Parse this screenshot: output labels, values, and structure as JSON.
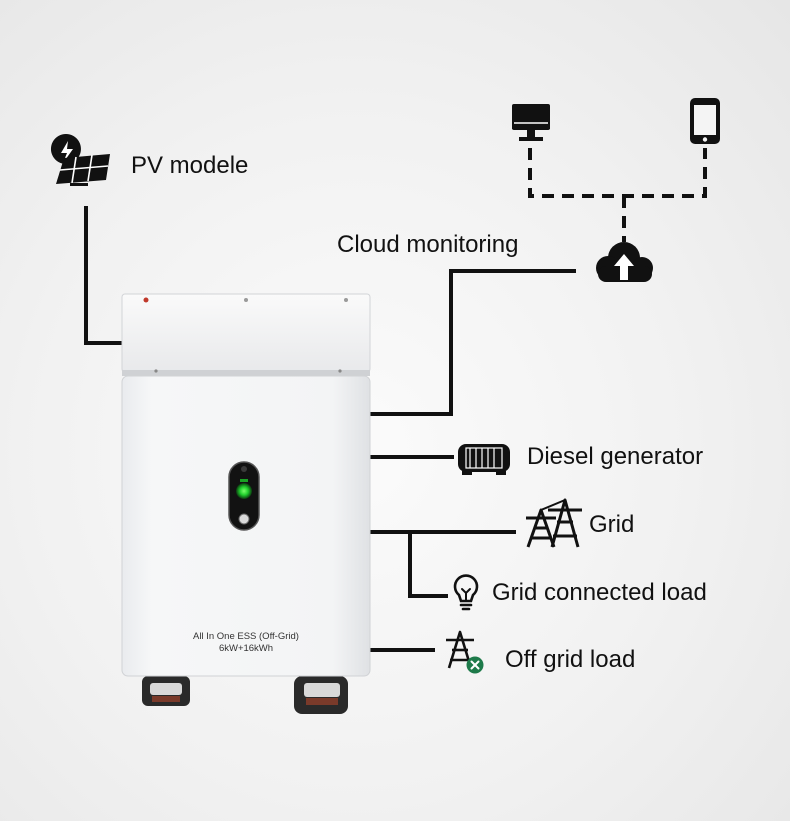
{
  "labels": {
    "pv": "PV modele",
    "cloud": "Cloud monitoring",
    "diesel": "Diesel generator",
    "grid": "Grid",
    "grid_load": "Grid connected load",
    "off_grid": "Off grid load"
  },
  "unit": {
    "line1": "All In One ESS (Off-Grid)",
    "line2": "6kW+16kWh",
    "indicator_color": "#22d12e"
  },
  "icons": {
    "pv": "solar-panel-icon",
    "cloud": "cloud-upload-icon",
    "computer": "desktop-computer-icon",
    "phone": "smartphone-icon",
    "diesel": "generator-icon",
    "grid": "power-tower-icon",
    "grid_load": "light-bulb-icon",
    "off_grid": "power-tower-off-icon"
  },
  "colors": {
    "line": "#111111",
    "off_grid_badge": "#1e7a4a"
  }
}
